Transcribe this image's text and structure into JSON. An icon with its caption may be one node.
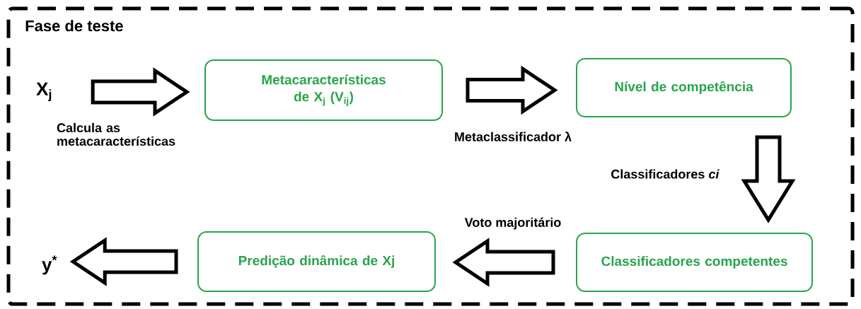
{
  "diagram": {
    "nodes": [
      {
        "text": [
          "Fase de teste"
        ]
      },
      {
        "text": [
          "X$_{j}$"
        ],
        "in": 0
      },
      {
        "text": [
          "Metacaracterísticas de X$_{j}$ (V$_{ij}$)"
        ],
        "in": 0
      },
      {
        "text": [
          "Nível de competência"
        ],
        "in": 0
      },
      {
        "text": [
          "Classificadores competentes"
        ],
        "in": 0
      },
      {
        "text": [
          "Predição dinâmica de Xj"
        ],
        "in": 0
      },
      {
        "text": [
          "y$^{*}$"
        ],
        "in": 0
      }
    ],
    "edges": [
      {
        "from": 1,
        "to": 2,
        "arrow": "to",
        "label": "Calcula as metacaracterísticas"
      },
      {
        "from": 2,
        "to": 3,
        "arrow": "to",
        "label": "Metaclassificador λ"
      },
      {
        "from": 3,
        "to": 4,
        "arrow": "to",
        "label": "Classificadores *ci*"
      },
      {
        "from": 4,
        "to": 5,
        "arrow": "to",
        "label": "Voto majoritário"
      },
      {
        "from": 5,
        "to": 6,
        "arrow": "to"
      }
    ]
  }
}
